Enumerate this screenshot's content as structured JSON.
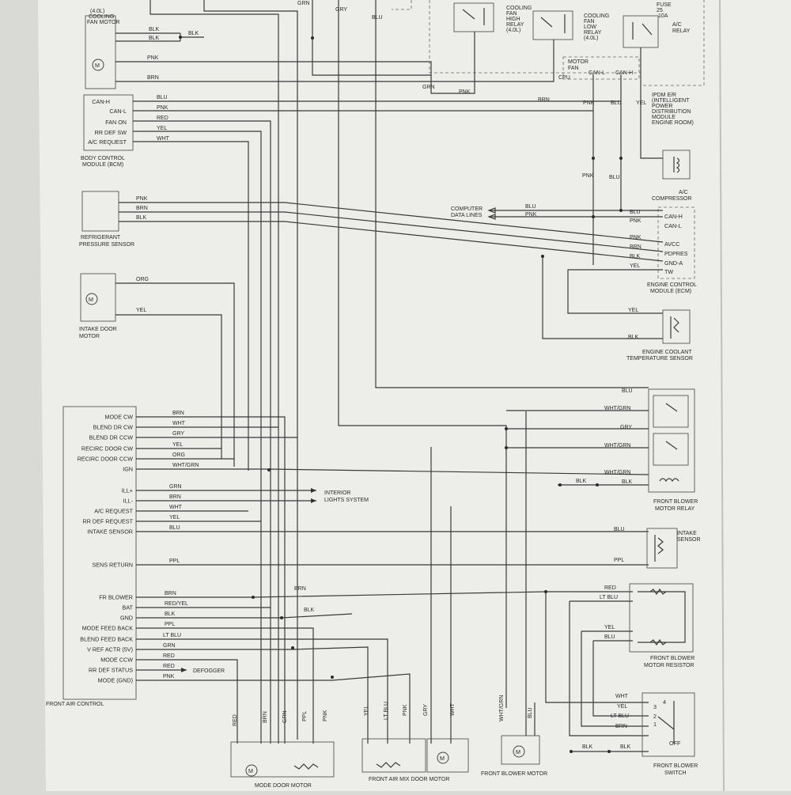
{
  "components": {
    "cooling_fan_motor": [
      "(4.0L)",
      "COOLING",
      "FAN MOTOR"
    ],
    "bcm": {
      "pins": [
        "CAN-H",
        "CAN-L",
        "FAN ON",
        "RR DEF SW",
        "A/C REQUEST"
      ],
      "caption": [
        "BODY CONTROL",
        "MODULE (BCM)"
      ]
    },
    "refrigerant_sensor": [
      "REFRIGERANT",
      "PRESSURE SENSOR"
    ],
    "intake_door_motor": [
      "INTAKE DOOR",
      "MOTOR"
    ],
    "front_air_control": {
      "pins": [
        "MODE CW",
        "BLEND DR CW",
        "BLEND DR CCW",
        "RECIRC DOOR CW",
        "RECIRC DOOR CCW",
        "IGN",
        "ILL+",
        "ILL-",
        "A/C REQUEST",
        "RR DEF REQUEST",
        "INTAKE SENSOR",
        "SENS RETURN",
        "FR BLOWER",
        "BAT",
        "GND",
        "MODE FEED BACK",
        "BLEND FEED BACK",
        "V REF ACTR (5V)",
        "MODE CCW",
        "RR DEF STATUS",
        "MODE (GND)"
      ],
      "caption": "FRONT AIR CONTROL"
    },
    "relays_top": {
      "high": [
        "COOLING",
        "FAN",
        "HIGH",
        "RELAY",
        "(4.0L)"
      ],
      "low": [
        "COOLING",
        "FAN",
        "LOW",
        "RELAY",
        "(4.0L)"
      ],
      "fuse": [
        "FUSE",
        "25",
        "10A"
      ],
      "ac_relay": [
        "A/C",
        "RELAY"
      ],
      "motor_fan": [
        "MOTOR",
        "FAN"
      ],
      "cpu": "CPU",
      "can_l": "CAN-L",
      "can_h": "CAN-H"
    },
    "ipdm": [
      "IPDM E/R",
      "(INTELLIGENT",
      "POWER",
      "DISTRIBUTION",
      "MODULE",
      "ENGINE ROOM)"
    ],
    "compressor": [
      "A/C",
      "COMPRESSOR"
    ],
    "computer_data": [
      "COMPUTER",
      "DATA LINES"
    ],
    "ecm": {
      "pins": [
        "CAN-H",
        "CAN-L",
        "AVCC",
        "PDPRES",
        "GND-A",
        "TW"
      ],
      "caption": [
        "ENGINE CONTROL",
        "MODULE (ECM)"
      ]
    },
    "coolant_sensor": [
      "ENGINE COOLANT",
      "TEMPERATURE SENSOR"
    ],
    "blower_relay": [
      "FRONT BLOWER",
      "MOTOR RELAY"
    ],
    "intake_sensor": [
      "INTAKE",
      "SENSOR"
    ],
    "blower_resistor": [
      "FRONT BLOWER",
      "MOTOR RESISTOR"
    ],
    "blower_switch": {
      "caption": [
        "FRONT BLOWER",
        "SWITCH"
      ],
      "positions": [
        "1",
        "2",
        "3",
        "4",
        "OFF"
      ]
    },
    "mode_door_motor": "MODE DOOR MOTOR",
    "air_mix_motor": "FRONT AIR MIX DOOR MOTOR",
    "blower_motor": "FRONT BLOWER MOTOR",
    "interior_lights": [
      "INTERIOR",
      "LIGHTS SYSTEM"
    ],
    "defogger": "DEFOGGER",
    "motor_symbol": "M"
  },
  "wire_labels": {
    "fan_blk1": "BLK",
    "fan_blk2": "BLK",
    "fan_pnk": "PNK",
    "fan_brn": "BRN",
    "top_grn": "GRN",
    "top_gry": "GRY",
    "top_blu": "BLU",
    "bcm_blu": "BLU",
    "bcm_pnk": "PNK",
    "bcm_red": "RED",
    "bcm_yel": "YEL",
    "bcm_wht": "WHT",
    "ref_pnk": "PNK",
    "ref_brn": "BRN",
    "ref_blk": "BLK",
    "int_org": "ORG",
    "int_yel": "YEL",
    "ipdm_grn": "GRN",
    "ipdm_pnk": "PNK",
    "ipdm_brn": "BRN",
    "ipdm_pnk2": "PNK",
    "ipdm_blu": "BLU",
    "ipdm_yel": "YEL",
    "comp_pnk": "PNK",
    "comp_blu": "BLU",
    "data_blu": "BLU",
    "data_pnk": "PNK",
    "data_blu2": "BLU",
    "data_pnk2": "PNK",
    "ecm_pnk": "PNK",
    "ecm_brn": "BRN",
    "ecm_blk": "BLK",
    "ecm_yel": "YEL",
    "cool_yel": "YEL",
    "cool_blk": "BLK",
    "fac_brn": "BRN",
    "fac_wht": "WHT",
    "fac_gry": "GRY",
    "fac_yel": "YEL",
    "fac_org": "ORG",
    "fac_whtgrn": "WHT/GRN",
    "fac_grn": "GRN",
    "fac_brn2": "BRN",
    "fac_wht2": "WHT",
    "fac_yel2": "YEL",
    "fac_blu": "BLU",
    "fac_ppl": "PPL",
    "fac_brn3": "BRN",
    "fac_redyel": "RED/YEL",
    "fac_blk": "BLK",
    "fac_ppl2": "PPL",
    "fac_ltblu": "LT BLU",
    "fac_grn2": "GRN",
    "fac_red": "RED",
    "fac_red2": "RED",
    "fac_pnk": "PNK",
    "brn_right": "BRN",
    "blk_right": "BLK",
    "rel_blu": "BLU",
    "rel_whtgrn": "WHT/GRN",
    "rel_gry": "GRY",
    "rel_whtgrn2": "WHT/GRN",
    "rel_whtgrn3": "WHT/GRN",
    "rel_blk": "BLK",
    "rel_blk2": "BLK",
    "ins_blu": "BLU",
    "ins_ppl": "PPL",
    "res_red": "RED",
    "res_ltblu": "LT BLU",
    "res_yel": "YEL",
    "res_blu": "BLU",
    "sw_wht": "WHT",
    "sw_yel": "YEL",
    "sw_ltblu": "LT BLU",
    "sw_brn": "BRN",
    "sw_blk": "BLK",
    "sw_blk2": "BLK",
    "v_red": "RED",
    "v_brn": "BRN",
    "v_grn": "GRN",
    "v_ppl": "PPL",
    "v_pnk": "PNK",
    "v_yel": "YEL",
    "v_ltblu": "LT BLU",
    "v_pnk2": "PNK",
    "v_gry": "GRY",
    "v_wht": "WHT",
    "v_whtgrn": "WHT/GRN",
    "v_blu": "BLU"
  }
}
